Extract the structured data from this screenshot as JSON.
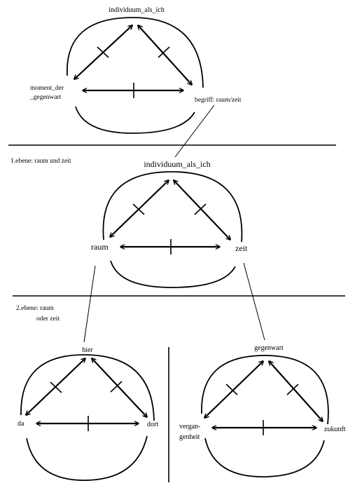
{
  "top": {
    "apex": "individuum_als_ich",
    "left_line1": "moment_der",
    "left_line2": "_gegenwart",
    "right": "begriff: raum/zeit"
  },
  "level1": {
    "label": "1.ebene: raum und zeit",
    "apex": "individuum_als_ich",
    "left": "raum",
    "right": "zeit"
  },
  "level2": {
    "label_line1": "2.ebene: raum",
    "label_line2": "oder zeit"
  },
  "space": {
    "apex": "hier",
    "left": "da",
    "right": "dort"
  },
  "time": {
    "apex": "gegenwart",
    "left_line1": "vergan-",
    "left_line2": "genheit",
    "right": "zukunft"
  },
  "colors": {
    "ink": "#000000",
    "background": "#ffffff"
  }
}
